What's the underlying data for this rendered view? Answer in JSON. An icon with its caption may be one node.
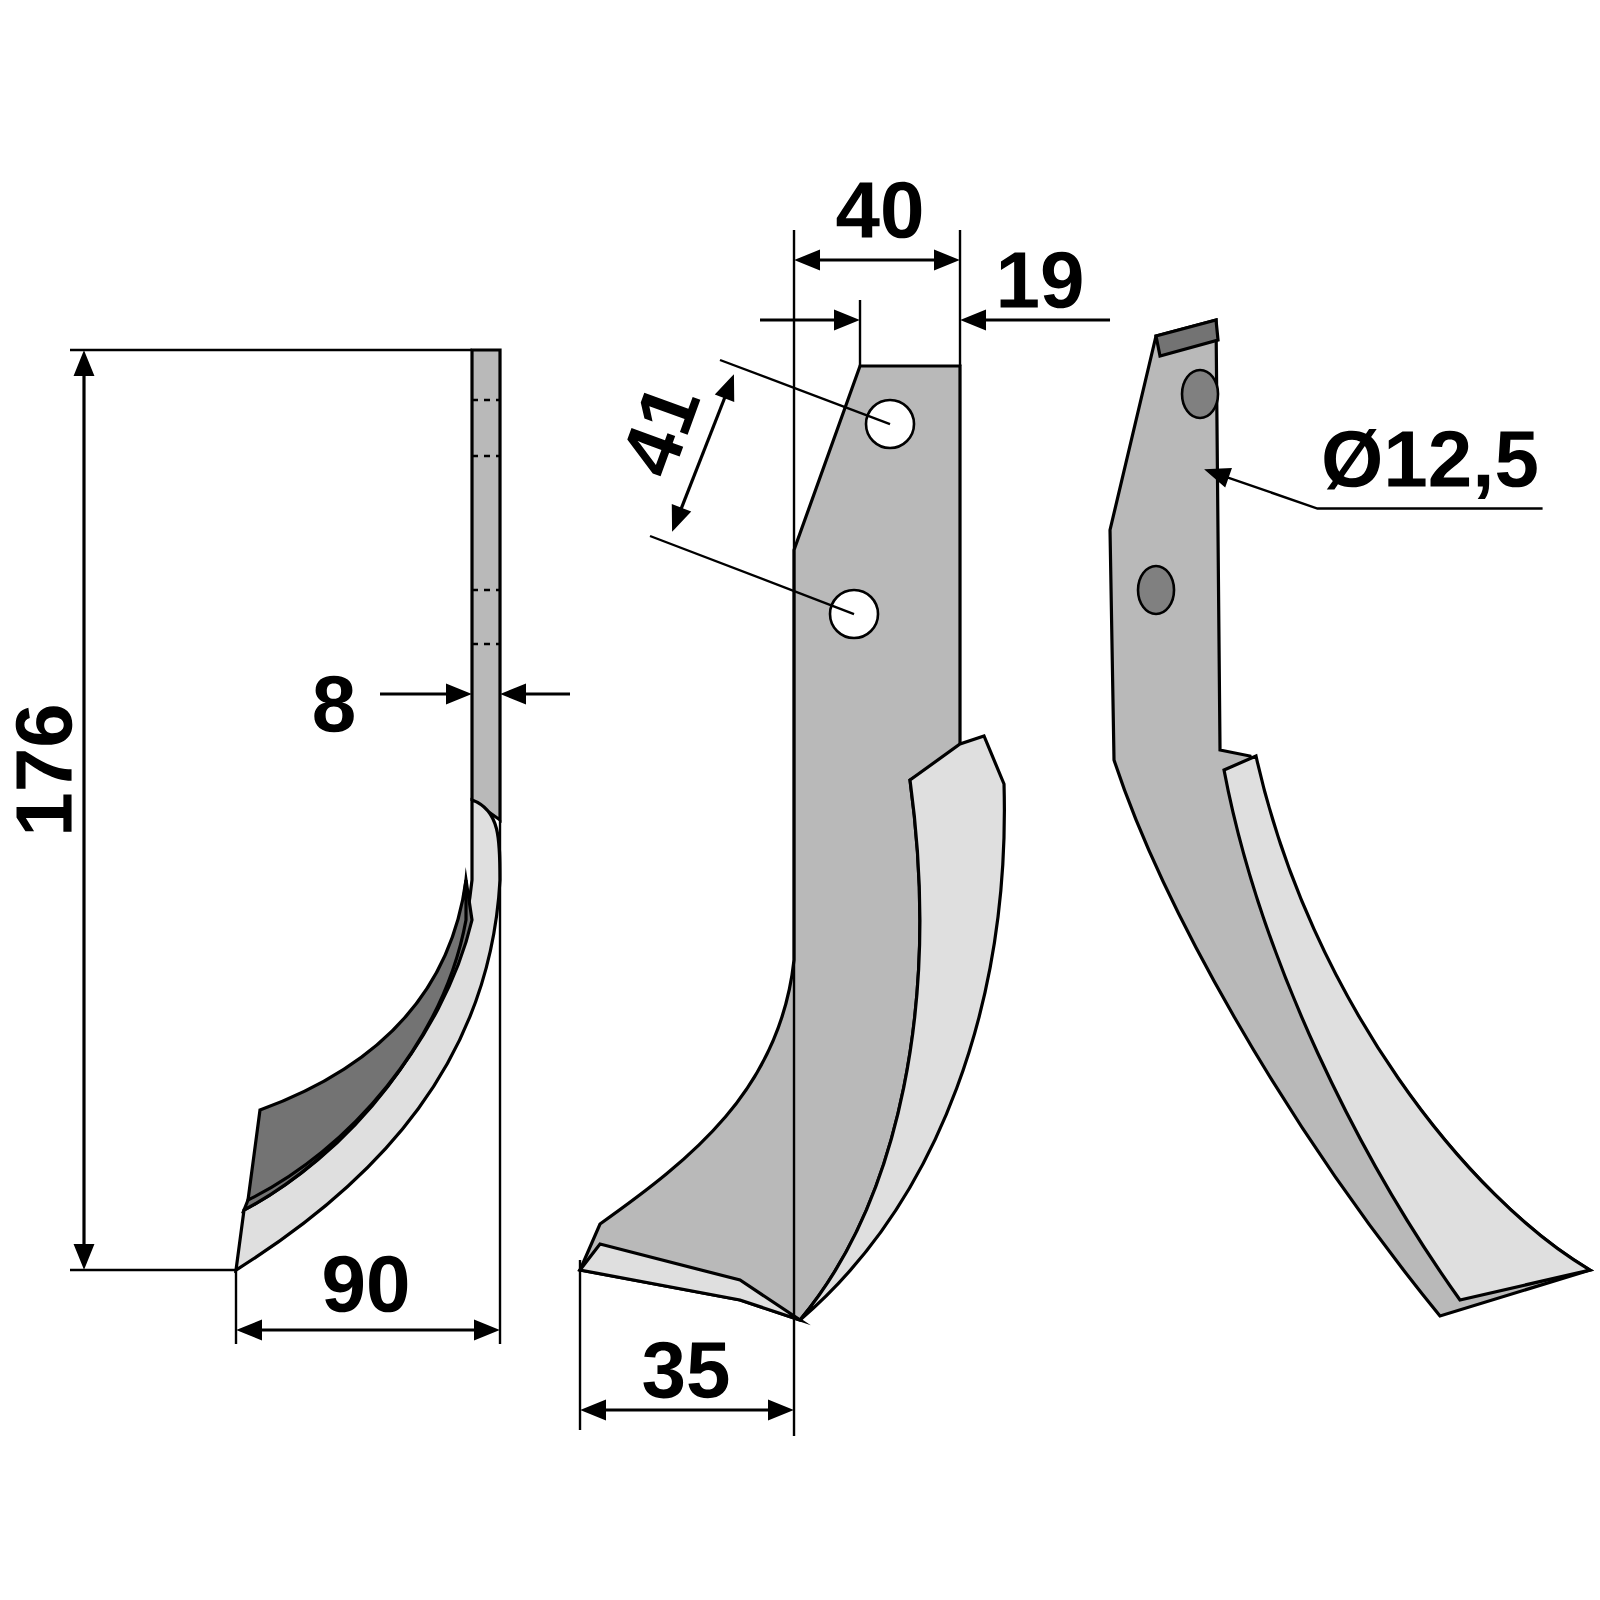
{
  "diagram": {
    "nodes": [
      {
        "text": [
          "Ø12,5"
        ]
      },
      {
        "text": [],
        "shape": "circle"
      }
    ],
    "edges": [
      {
        "from": 0,
        "to": 1,
        "arrow": "to"
      }
    ],
    "labels": [
      "40",
      "19",
      "41",
      "176",
      "8",
      "90",
      "35"
    ]
  }
}
